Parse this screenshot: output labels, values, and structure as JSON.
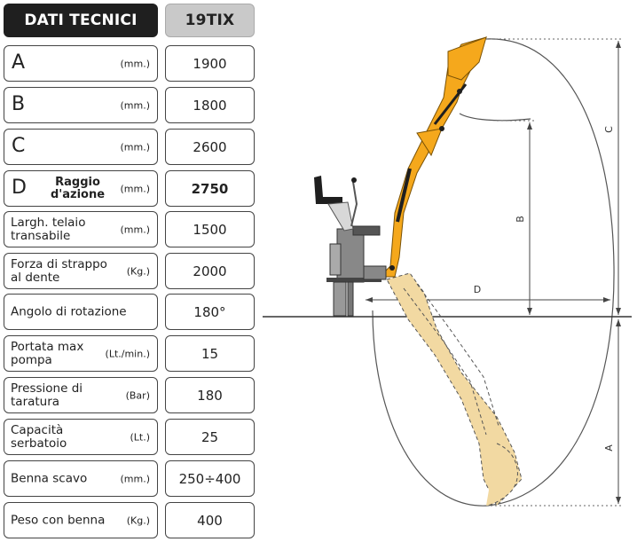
{
  "header": {
    "title": "DATI TECNICI",
    "model": "19TIX"
  },
  "rows": [
    {
      "letter": "A",
      "name": "",
      "unit": "(mm.)",
      "value": "1900"
    },
    {
      "letter": "B",
      "name": "",
      "unit": "(mm.)",
      "value": "1800"
    },
    {
      "letter": "C",
      "name": "",
      "unit": "(mm.)",
      "value": "2600"
    },
    {
      "letter": "D",
      "name": "Raggio d'azione",
      "unit": "(mm.)",
      "value": "2750"
    },
    {
      "letter": "",
      "name": "Largh. telaio transabile",
      "unit": "(mm.)",
      "value": "1500"
    },
    {
      "letter": "",
      "name": "Forza di strappo al dente",
      "unit": "(Kg.)",
      "value": "2000"
    },
    {
      "letter": "",
      "name": "Angolo di rotazione",
      "unit": "",
      "value": "180°"
    },
    {
      "letter": "",
      "name": "Portata max pompa",
      "unit": "(Lt./min.)",
      "value": "15"
    },
    {
      "letter": "",
      "name": "Pressione di taratura",
      "unit": "(Bar)",
      "value": "180"
    },
    {
      "letter": "",
      "name": "Capacità serbatoio",
      "unit": "(Lt.)",
      "value": "25"
    },
    {
      "letter": "",
      "name": "Benna scavo",
      "unit": "(mm.)",
      "value": "250÷400"
    },
    {
      "letter": "",
      "name": "Peso con benna",
      "unit": "(Kg.)",
      "value": "400"
    }
  ],
  "diagram": {
    "labels": {
      "A": "A",
      "B": "B",
      "C": "C",
      "D": "D"
    },
    "colors": {
      "arm": "#f5a81c",
      "arm_dark": "#c47d08",
      "arm_ghost": "#f2d9a2",
      "machine": "#666666",
      "lines": "#444444"
    }
  }
}
